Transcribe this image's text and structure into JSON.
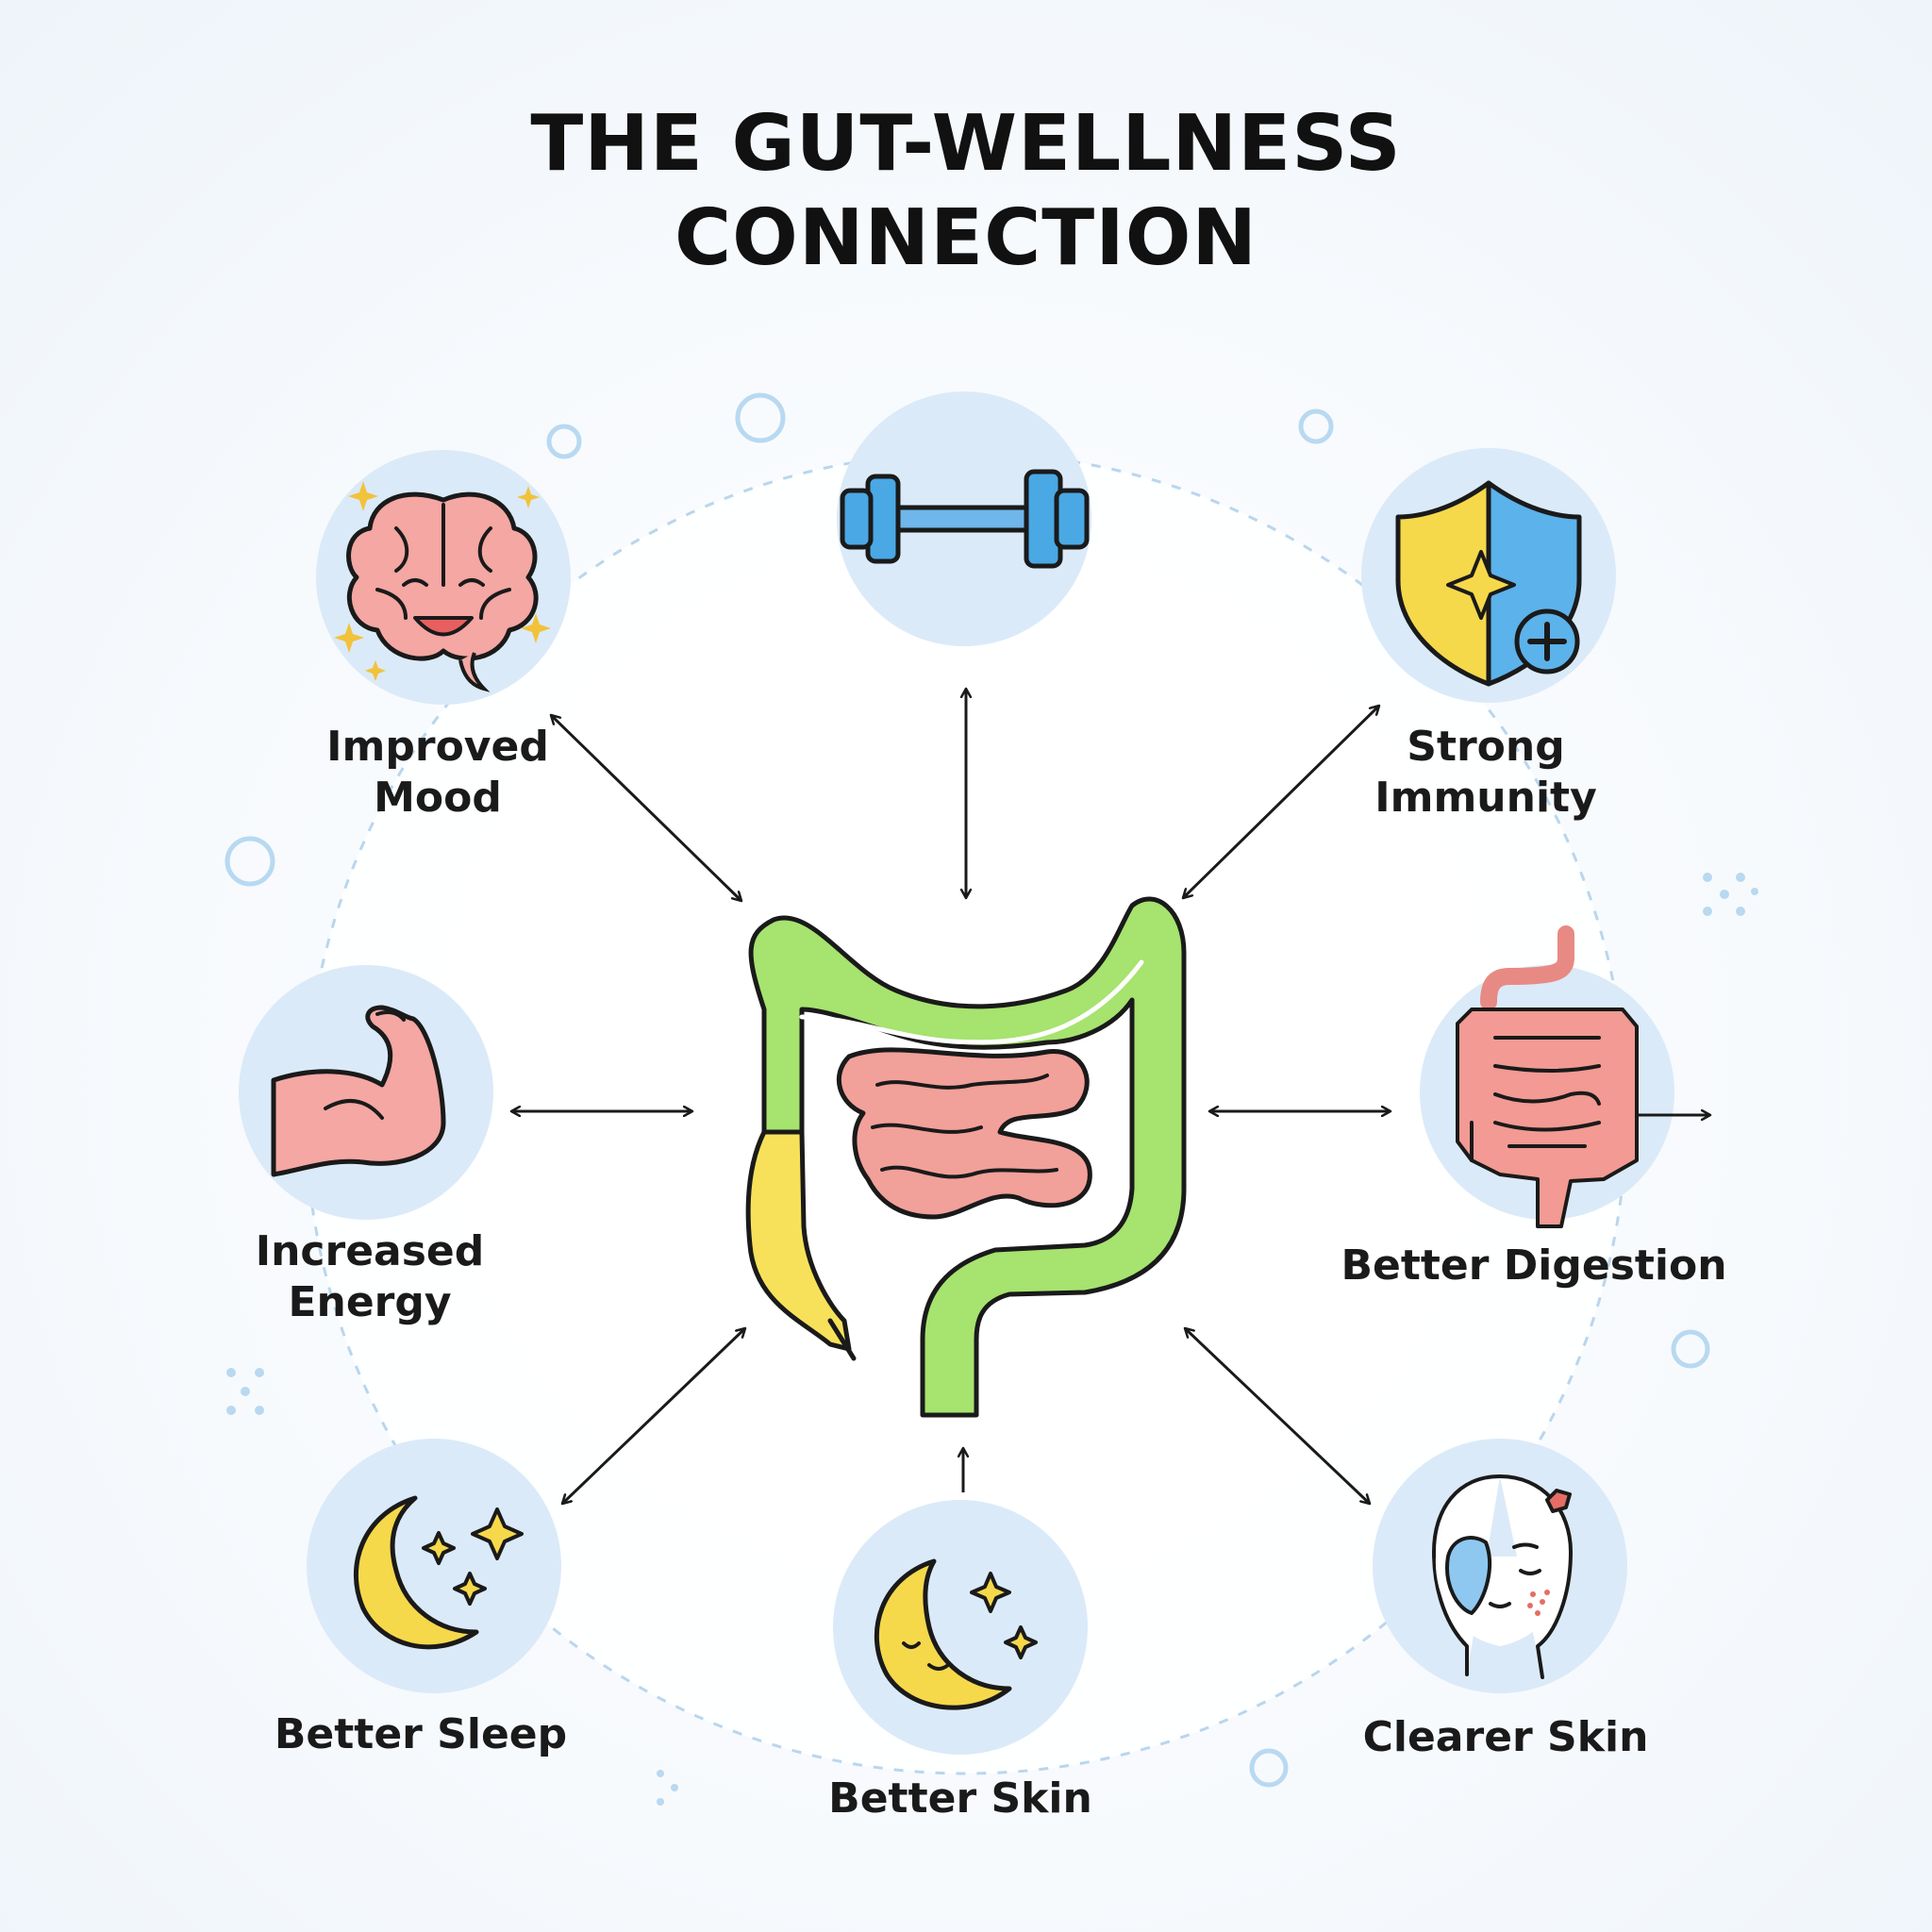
{
  "title": {
    "line1": "THE GUT-WELLNESS",
    "line2": "CONNECTION"
  },
  "colors": {
    "background": "#f4f8fc",
    "node_fill": "#dbeaf8",
    "gut_green": "#a6e36f",
    "gut_yellow": "#f7e15a",
    "intestine_pink": "#f2a09a",
    "accent_blue": "#4aa8e4",
    "arrow": "#1a1a1a"
  },
  "nodes": [
    {
      "id": "improved-mood",
      "icon": "smiling-brain-icon",
      "label_lines": [
        "Improved",
        "Mood"
      ]
    },
    {
      "id": "fitness",
      "icon": "dumbbell-icon",
      "label_lines": []
    },
    {
      "id": "strong-immunity",
      "icon": "shield-plus-icon",
      "label_lines": [
        "Strong",
        "Immunity"
      ]
    },
    {
      "id": "increased-energy",
      "icon": "flexed-arm-icon",
      "label_lines": [
        "Increased",
        "Energy"
      ]
    },
    {
      "id": "better-digestion",
      "icon": "intestines-icon",
      "label_lines": [
        "Better Digestion"
      ]
    },
    {
      "id": "better-sleep",
      "icon": "moon-stars-icon",
      "label_lines": [
        "Better Sleep"
      ]
    },
    {
      "id": "better-skin",
      "icon": "sleeping-moon-icon",
      "label_lines": [
        "Better Skin"
      ]
    },
    {
      "id": "clearer-skin",
      "icon": "face-skincare-icon",
      "label_lines": [
        "Clearer Skin"
      ]
    }
  ],
  "center": {
    "icon": "digestive-tract-icon"
  }
}
